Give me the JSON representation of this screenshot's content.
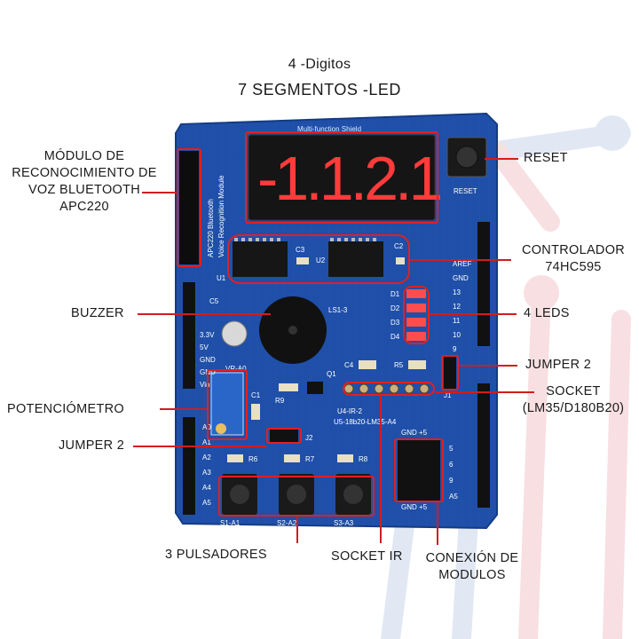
{
  "title": {
    "line1": "4 -Digitos",
    "line2": "7 SEGMENTOS -LED"
  },
  "labels": {
    "voz_l1": "MÓDULO DE",
    "voz_l2": "RECONOCIMIENTO DE",
    "voz_l3": "VOZ BLUETOOTH",
    "voz_l4": "APC220",
    "reset": "RESET",
    "controlador_l1": "CONTROLADOR",
    "controlador_l2": "74HC595",
    "leds": "4 LEDS",
    "buzzer": "BUZZER",
    "jumper_right": "JUMPER 2",
    "socket_l1": "SOCKET",
    "socket_l2": "(LM35/D180B20)",
    "potenciometro": "POTENCIÓMETRO",
    "jumper_left": "JUMPER 2",
    "pulsadores": "3 PULSADORES",
    "socket_ir": "SOCKET IR",
    "conexion_l1": "CONEXIÓN DE",
    "conexion_l2": "MODULOS"
  },
  "board": {
    "silk_title": "Multi-function Shield",
    "display_digits": "-1.1.2.1",
    "apc_text_1": "APC220 Bluetooth",
    "apc_text_2": "Voice Recognition Module",
    "u1": "U1",
    "u2": "U2",
    "c2": "C2",
    "c3": "C3",
    "c4": "C4",
    "c5": "C5",
    "c1": "C1",
    "ls": "LS1-3",
    "q1": "Q1",
    "r5": "R5",
    "r6": "R6",
    "r7": "R7",
    "r8": "R8",
    "r9": "R9",
    "j1": "J1",
    "j2": "J2",
    "vr": "VR-A0",
    "u4": "U4-IR-2",
    "u5": "U5-18b20-LM35-A4",
    "gnd_top": "GND +5",
    "gnd_bot": "GND +5",
    "s1": "S1-A1",
    "s2": "S2-A2",
    "s3": "S3-A3",
    "reset_silk": "RESET",
    "d1": "D1",
    "d2": "D2",
    "d3": "D3",
    "d4": "D4",
    "pins_right": [
      "AREF",
      "GND",
      "13",
      "12",
      "11",
      "10",
      "9"
    ],
    "pins_left": [
      "3.3V",
      "5V",
      "GND",
      "GND",
      "Vin"
    ],
    "analog_left": [
      "A0",
      "A1",
      "A2",
      "A3",
      "A4",
      "A5"
    ],
    "mod_pins": [
      "5",
      "6",
      "9",
      "A5"
    ]
  },
  "colors": {
    "board": "#1f4fa8",
    "highlight": "#e02020",
    "segment_on": "#ff3b3b",
    "bg_red": "#f2c5cc",
    "bg_blue": "#c9d6ec"
  }
}
